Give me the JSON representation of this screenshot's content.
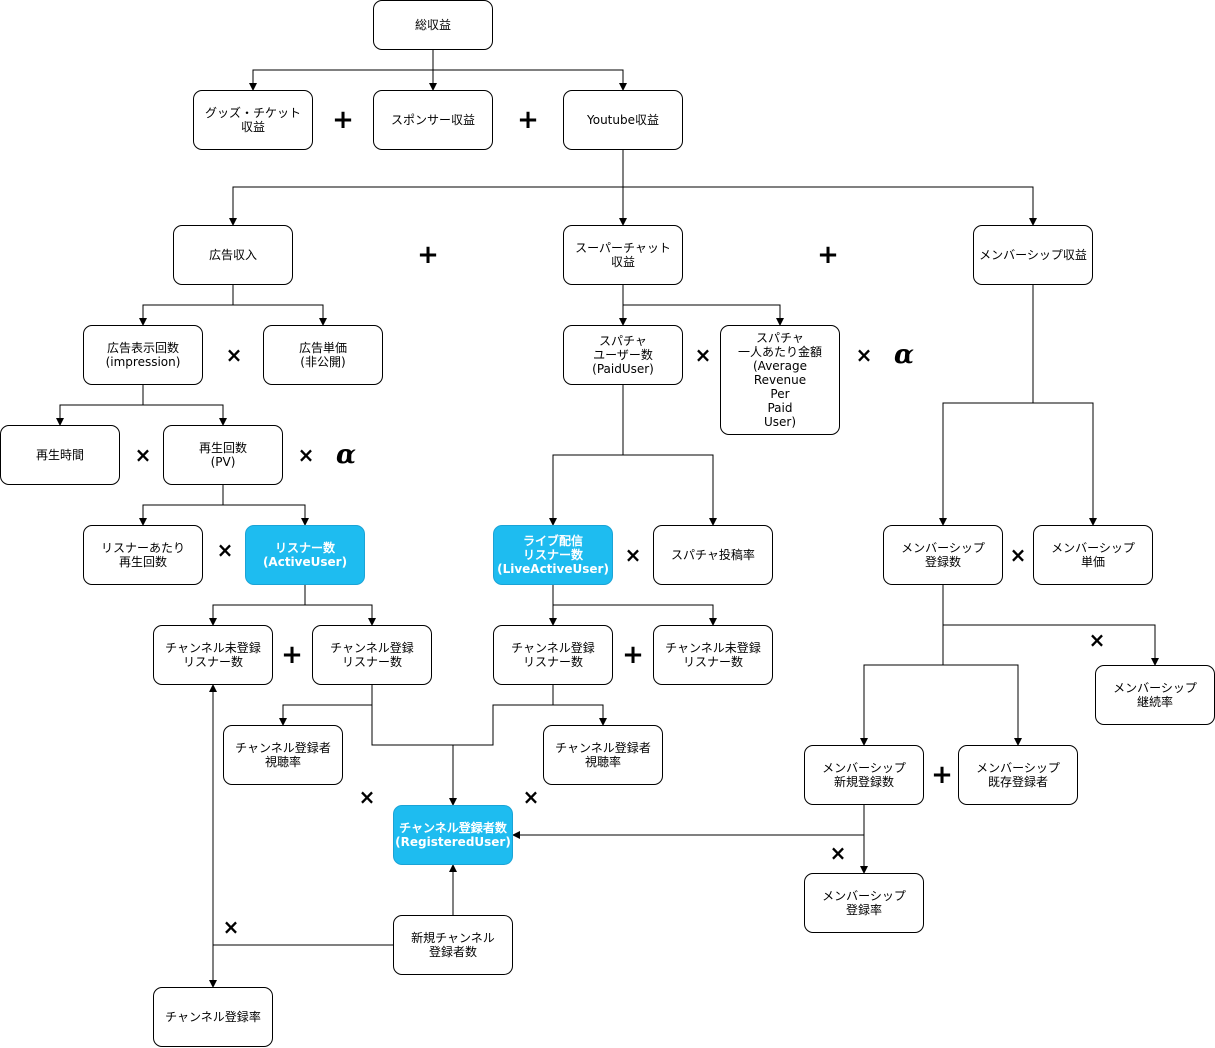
{
  "nodes": {
    "total": "総収益",
    "goods": "グッズ・チケット\n収益",
    "sponsor": "スポンサー収益",
    "youtube": "Youtube収益",
    "ad_revenue": "広告収入",
    "superchat": "スーパーチャット\n収益",
    "membership_revenue": "メンバーシップ収益",
    "ad_impressions": "広告表示回数\n(impression)",
    "ad_unit_price": "広告単価\n(非公開)",
    "sc_users": "スパチャ\nユーザー数\n(PaidUser)",
    "sc_arppu": "スパチャ\n一人あたり金額\n(Average\nRevenue\nPer\nPaid\nUser)",
    "watch_time": "再生時間",
    "plays": "再生回数\n(PV)",
    "plays_per_listener": "リスナーあたり\n再生回数",
    "listeners": "リスナー数\n(ActiveUser)",
    "live_listeners": "ライブ配信\nリスナー数\n(LiveActiveUser)",
    "sc_post_rate": "スパチャ投稿率",
    "member_count": "メンバーシップ\n登録数",
    "member_price": "メンバーシップ\n単価",
    "unsub_listeners_left": "チャンネル未登録\nリスナー数",
    "sub_listeners_left": "チャンネル登録\nリスナー数",
    "sub_listeners_right": "チャンネル登録\nリスナー数",
    "unsub_listeners_right": "チャンネル未登録\nリスナー数",
    "member_retention": "メンバーシップ\n継続率",
    "sub_view_rate_left": "チャンネル登録者\n視聴率",
    "sub_view_rate_right": "チャンネル登録者\n視聴率",
    "member_new": "メンバーシップ\n新規登録数",
    "member_existing": "メンバーシップ\n既存登録者",
    "registered_users": "チャンネル登録者数\n(RegisteredUser)",
    "member_rate": "メンバーシップ\n登録率",
    "new_subscribers": "新規チャンネル\n登録者数",
    "sub_rate": "チャンネル登録率"
  },
  "operators": {
    "plus": "+",
    "times": "×",
    "alpha": "α"
  },
  "colors": {
    "highlight": "#1ebcf0",
    "line": "#000000"
  }
}
